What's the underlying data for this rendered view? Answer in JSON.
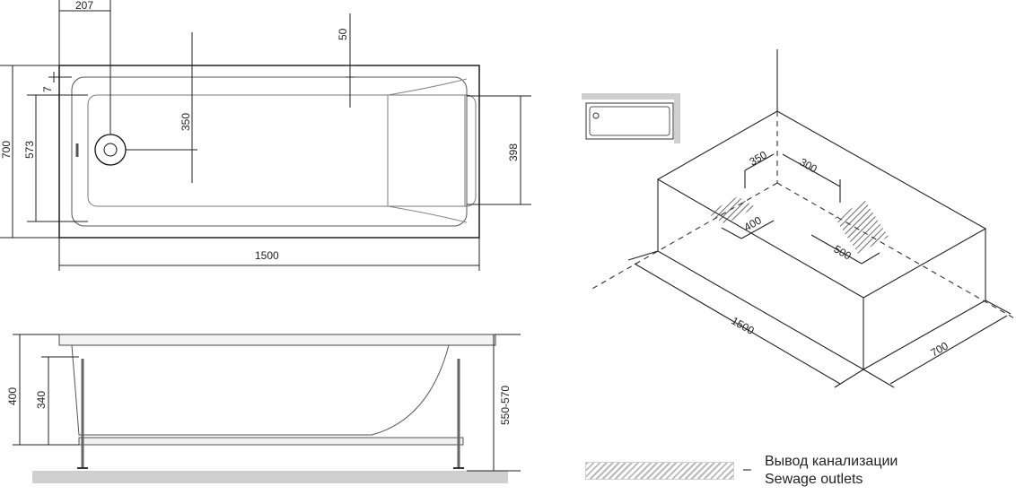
{
  "top_view": {
    "width_207": "207",
    "depth_50": "50",
    "height_700": "700",
    "inner_573": "573",
    "rim_7": "7",
    "drain_350": "350",
    "inner_398": "398",
    "length_1500": "1500"
  },
  "side_view": {
    "height_400": "400",
    "height_340": "340",
    "height_550_570": "550-570"
  },
  "iso_view": {
    "d_350": "350",
    "d_300": "300",
    "d_400": "400",
    "d_500": "500",
    "d_1500": "1500",
    "d_700": "700"
  },
  "legend": {
    "dash": "–",
    "label_ru": "Вывод канализации",
    "label_en": "Sewage outlets"
  }
}
